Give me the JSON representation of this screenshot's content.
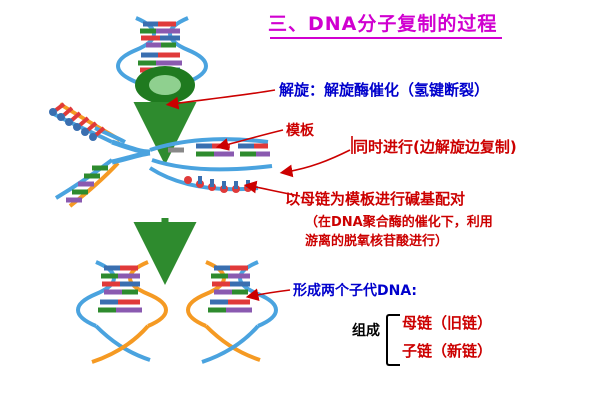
{
  "title": "三、DNA分子复制的过程",
  "labels": {
    "unwinding": "解旋：解旋酶催化（氢键断裂）",
    "template": "模板",
    "simultaneous": "同时进行(边解旋边复制)",
    "base_pairing": "以母链为模板进行碱基配对",
    "paren_line1": "（在DNA聚合酶的催化下，利用",
    "paren_line2": "游离的脱氧核苷酸进行）",
    "two_daughter": "形成两个子代DNA:",
    "composition": "组成",
    "parent_strand": "母链（旧链）",
    "daughter_strand": "子链（新链）"
  },
  "colors": {
    "title": "#d000d0",
    "blue_text": "#0000cc",
    "red_text": "#cc0000",
    "black_text": "#000000",
    "arrow_green": "#2e8b2e",
    "arrow_red": "#cc0000",
    "strand_blue": "#4aa3df",
    "strand_orange": "#f59a23",
    "nucleotide_blue": "#3a6fb0",
    "nucleotide_red": "#e03a3a",
    "nucleotide_green": "#2e8b2e",
    "nucleotide_purple": "#8a5ab0",
    "nucleotide_gray": "#888888",
    "circle_fill": "#1f7a1f"
  },
  "diagram": {
    "top_helix": "parent DNA double helix",
    "enzyme_circle": "helicase enzyme ellipse",
    "mid_fork": "replication fork with separated template strands",
    "bottom_helices": "two daughter DNA double helices"
  }
}
